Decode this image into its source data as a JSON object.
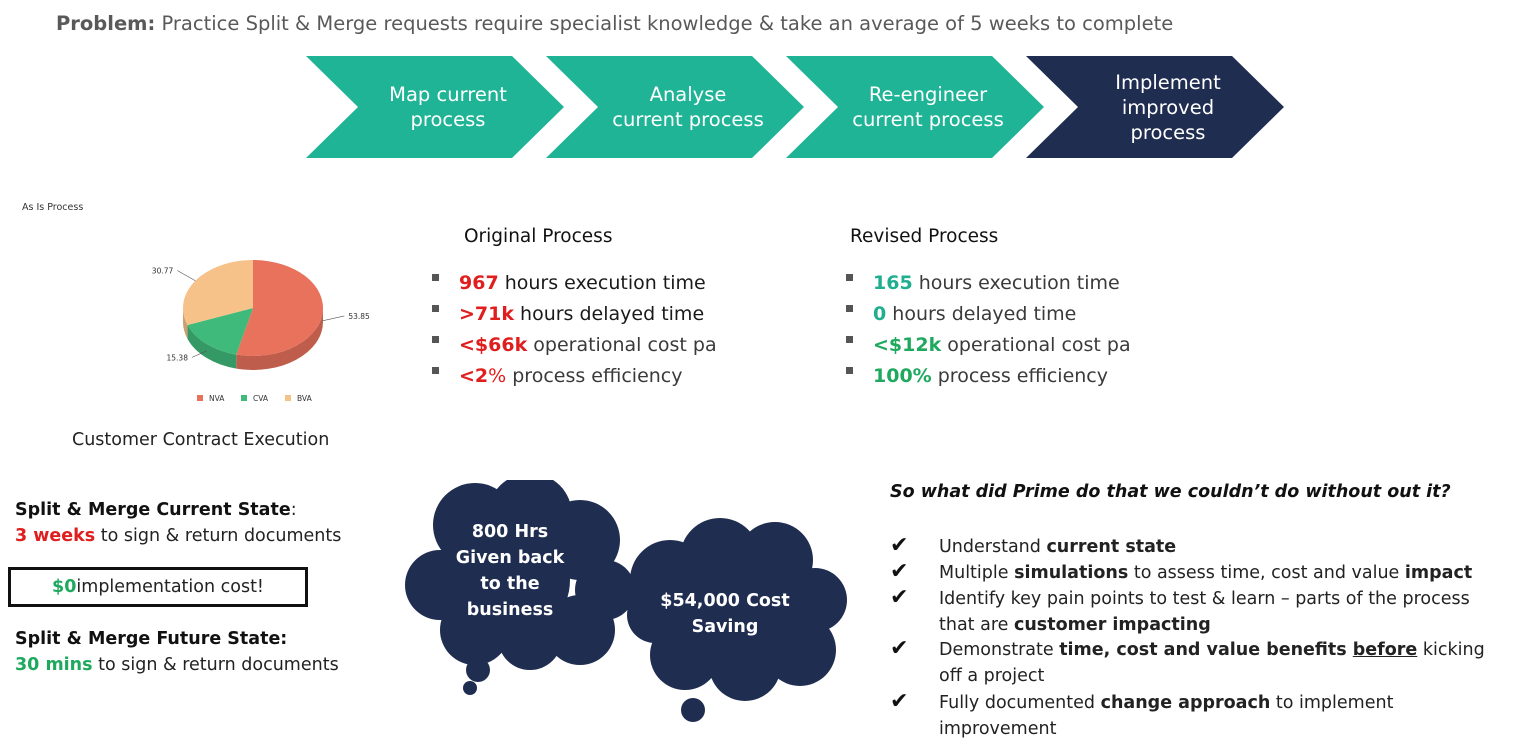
{
  "problem": {
    "label": "Problem:",
    "text": " Practice Split & Merge requests require specialist knowledge & take an average of 5 weeks to complete"
  },
  "steps": [
    {
      "label": "Map current\nprocess",
      "color": "#1fb495"
    },
    {
      "label": "Analyse\ncurrent process",
      "color": "#1fb495"
    },
    {
      "label": "Re-engineer\ncurrent process",
      "color": "#1fb495"
    },
    {
      "label": "Implement\nimproved\nprocess",
      "color": "#1f2d50"
    }
  ],
  "pie": {
    "title": "As Is Process",
    "caption": "Customer Contract Execution",
    "legend": [
      "NVA",
      "CVA",
      "BVA"
    ],
    "colors": {
      "NVA": "#e8725c",
      "CVA": "#3fba7a",
      "BVA": "#f6c28a"
    }
  },
  "chart_data": {
    "type": "pie",
    "title": "As Is Process",
    "categories": [
      "NVA",
      "CVA",
      "BVA"
    ],
    "values": [
      53.85,
      15.38,
      30.77
    ],
    "value_labels": [
      "53.85",
      "15.38",
      "30.77"
    ],
    "legend_position": "bottom"
  },
  "original": {
    "heading": "Original Process",
    "items": [
      {
        "value": "967",
        "text": " hours execution time"
      },
      {
        "value": ">71k",
        "text": " hours delayed time"
      },
      {
        "value": "<$66k",
        "text": " operational cost pa"
      },
      {
        "value": "<2",
        "value_suffix": "%",
        "text": " process efficiency"
      }
    ]
  },
  "revised": {
    "heading": "Revised Process",
    "items": [
      {
        "value": "165",
        "text": " hours execution time"
      },
      {
        "value": "0",
        "text": " hours delayed time"
      },
      {
        "value": "<$12k",
        "text": " operational cost pa"
      },
      {
        "value": "100%",
        "text": " process efficiency"
      }
    ]
  },
  "current_state": {
    "heading": "Split & Merge Current State",
    "colon": ":",
    "value": "3 weeks",
    "text": " to sign & return documents"
  },
  "cost_box": {
    "value": "$0",
    "text": " implementation cost!"
  },
  "future_state": {
    "heading": "Split & Merge Future State:",
    "value": "30 mins",
    "text": " to sign & return documents"
  },
  "clouds": [
    {
      "text": "800 Hrs\nGiven back\nto the\nbusiness"
    },
    {
      "text": "$54,000 Cost\nSaving"
    }
  ],
  "prime": {
    "question": "So what did Prime do that we couldn’t do without out it?",
    "checks": [
      {
        "parts": [
          [
            "Understand ",
            "n"
          ],
          [
            "current state",
            "b"
          ]
        ]
      },
      {
        "parts": [
          [
            "Multiple ",
            "n"
          ],
          [
            "simulations",
            "b"
          ],
          [
            " to assess time, cost and value ",
            "n"
          ],
          [
            "impact",
            "b"
          ]
        ]
      },
      {
        "parts": [
          [
            "Identify key pain points to test & learn – parts of the process that are ",
            "n"
          ],
          [
            "customer impacting",
            "b"
          ]
        ]
      },
      {
        "parts": [
          [
            "Demonstrate ",
            "n"
          ],
          [
            "time, cost and value benefits ",
            "b"
          ],
          [
            "before",
            "bu"
          ],
          [
            " kicking off a project",
            "n"
          ]
        ]
      },
      {
        "parts": [
          [
            "Fully documented ",
            "n"
          ],
          [
            "change approach",
            "b"
          ],
          [
            " to implement improvement",
            "n"
          ]
        ]
      }
    ]
  }
}
